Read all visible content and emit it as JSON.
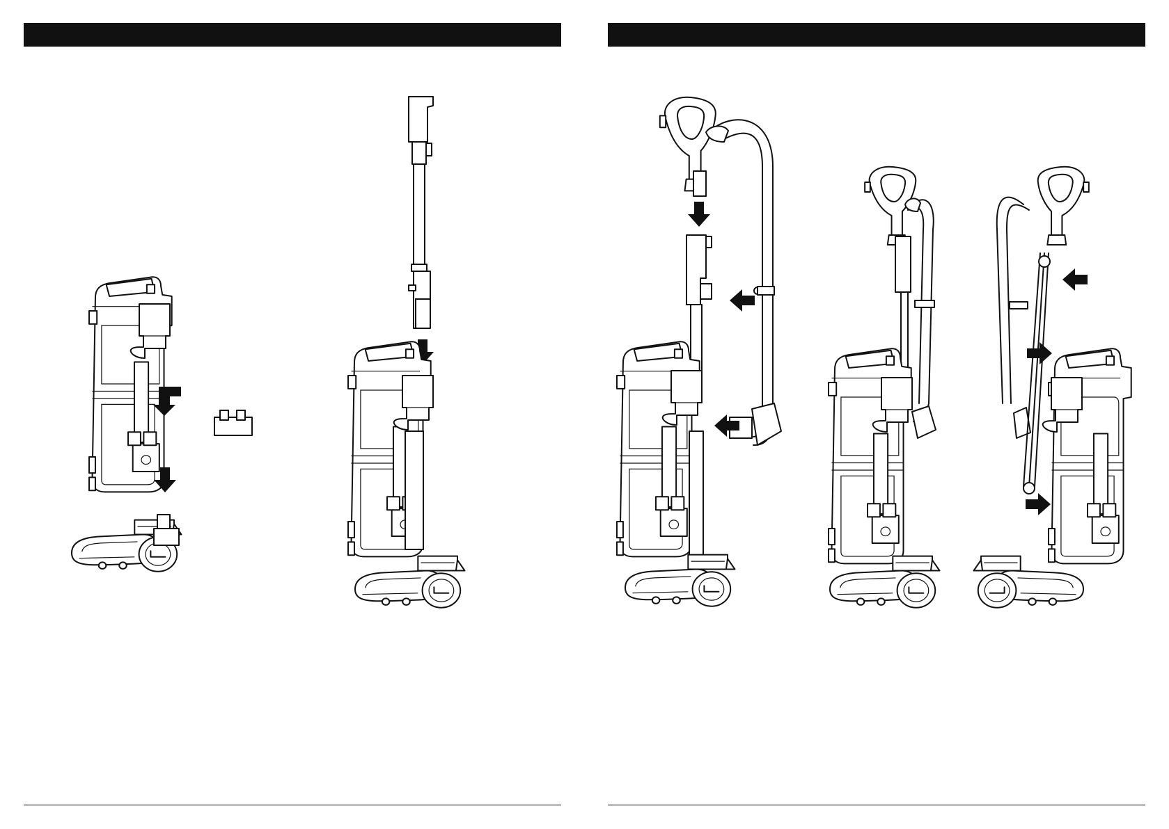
{
  "page": {
    "left_header": {
      "title": ""
    },
    "right_header": {
      "title": ""
    },
    "left_footer": {
      "text": ""
    },
    "right_footer": {
      "text": ""
    }
  },
  "colors": {
    "ink": "#111111",
    "paper": "#ffffff",
    "header_bar": "#111111"
  },
  "illustrations": [
    {
      "id": "fig-detach-canister-from-nozzle",
      "icons": [
        "canister-icon",
        "floor-nozzle-icon",
        "pivot-adapter-icon",
        "release-arrow-icon"
      ]
    },
    {
      "id": "fig-insert-wand-into-canister",
      "icons": [
        "wand-icon",
        "canister-icon",
        "floor-nozzle-icon",
        "down-arrow-icon"
      ]
    },
    {
      "id": "fig-attach-handle-and-hose",
      "icons": [
        "handle-icon",
        "hose-icon",
        "canister-icon",
        "left-arrow-icon"
      ]
    },
    {
      "id": "fig-assembled-front",
      "icons": [
        "handle-icon",
        "hose-icon",
        "canister-icon"
      ]
    },
    {
      "id": "fig-assembled-side-cord-wrap",
      "icons": [
        "handle-icon",
        "cord-icon",
        "canister-icon",
        "arrow-icon"
      ]
    }
  ]
}
